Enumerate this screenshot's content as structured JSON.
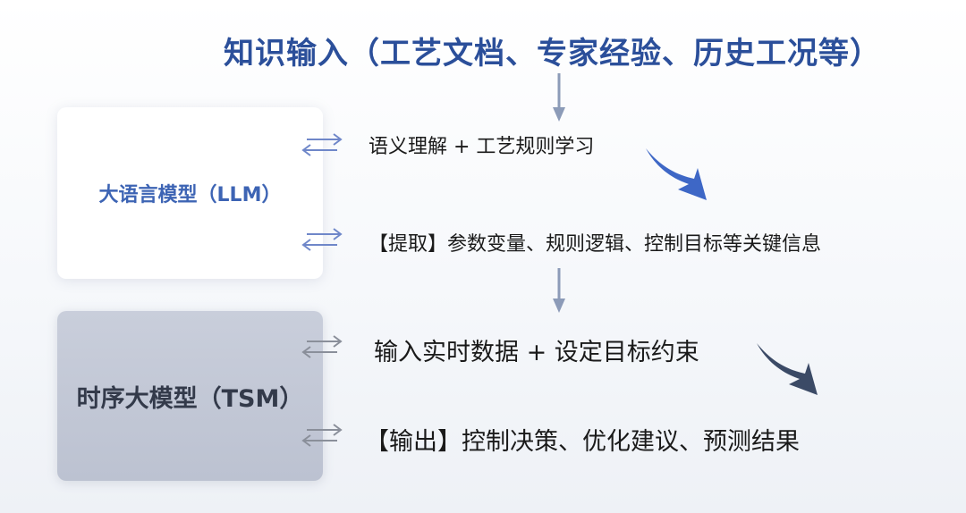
{
  "title": "知识输入（工艺文档、专家经验、历史工况等）",
  "llm_box": {
    "label": "大语言模型（LLM）"
  },
  "tsm_box": {
    "label": "时序大模型（TSM）"
  },
  "steps": {
    "step1": "语义理解 + 工艺规则学习",
    "step2": "【提取】参数变量、规则逻辑、控制目标等关键信息",
    "step3": "输入实时数据 + 设定目标约束",
    "step4": "【输出】控制决策、优化建议、预测结果"
  },
  "icons": {
    "exchange": "bidirectional-arrow-icon",
    "down": "down-arrow-icon",
    "curve": "curved-arrow-icon"
  },
  "colors": {
    "title": "#2b4f9a",
    "llm_label": "#3d64b4",
    "tsm_box": "#bcc2d1",
    "exchange_arrow": "#6f87c9",
    "curve_arrow_1": "#3e67c6",
    "curve_arrow_2": "#3b4a66",
    "down_arrow": "#8c9bb8"
  }
}
